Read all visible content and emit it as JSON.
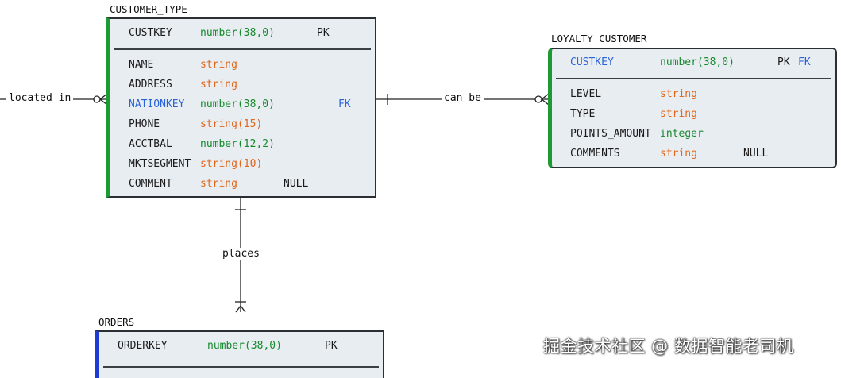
{
  "customer_type": {
    "title": "CUSTOMER_TYPE",
    "key_row": {
      "name": "CUSTKEY",
      "type": "number(38,0)",
      "pk": "PK"
    },
    "rows": [
      {
        "name": "NAME",
        "type": "string"
      },
      {
        "name": "ADDRESS",
        "type": "string"
      },
      {
        "name": "NATIONKEY",
        "type": "number(38,0)",
        "fk": "FK"
      },
      {
        "name": "PHONE",
        "type": "string(15)"
      },
      {
        "name": "ACCTBAL",
        "type": "number(12,2)"
      },
      {
        "name": "MKTSEGMENT",
        "type": "string(10)"
      },
      {
        "name": "COMMENT",
        "type": "string",
        "null": "NULL"
      }
    ]
  },
  "loyalty_customer": {
    "title": "LOYALTY_CUSTOMER",
    "key_row": {
      "name": "CUSTKEY",
      "type": "number(38,0)",
      "pk": "PK",
      "fk": "FK"
    },
    "rows": [
      {
        "name": "LEVEL",
        "type": "string"
      },
      {
        "name": "TYPE",
        "type": "string"
      },
      {
        "name": "POINTS_AMOUNT",
        "type": "integer"
      },
      {
        "name": "COMMENTS",
        "type": "string",
        "null": "NULL"
      }
    ]
  },
  "orders": {
    "title": "ORDERS",
    "key_row": {
      "name": "ORDERKEY",
      "type": "number(38,0)",
      "pk": "PK"
    }
  },
  "relationships": {
    "located_in": "located in",
    "can_be": "can be",
    "places": "places"
  },
  "watermark": "掘金技术社区 @ 数据智能老司机",
  "colors": {
    "green_accent": "#1e9a35",
    "blue_accent": "#1f3bd6",
    "number_type": "#168a2c",
    "string_type": "#e0661a",
    "key_blue": "#2b63d9",
    "entity_bg": "#e8edf2"
  }
}
